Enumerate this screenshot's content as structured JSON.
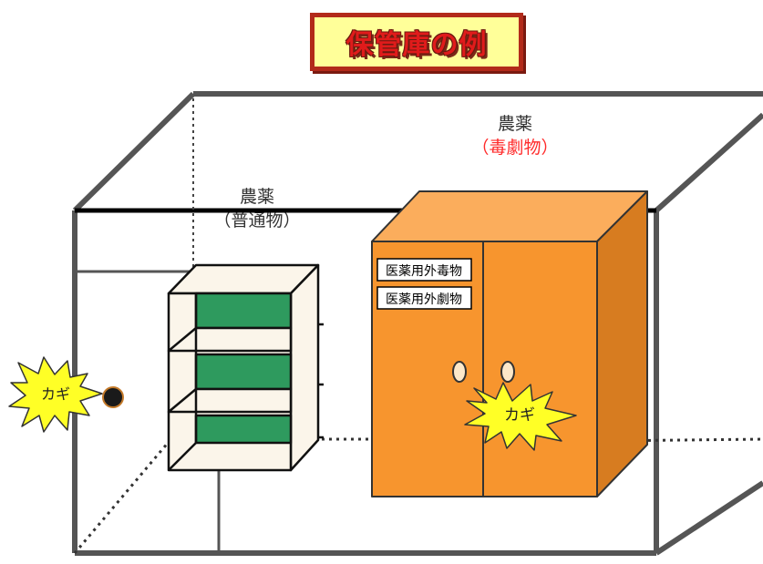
{
  "title": "保管庫の例",
  "labels": {
    "toxic_line1": "農薬",
    "toxic_line2": "（毒劇物）",
    "normal_line1": "農薬",
    "normal_line2": "（普通物）"
  },
  "cabinet_signs": [
    "医薬用外毒物",
    "医薬用外劇物"
  ],
  "lock_labels": {
    "room": "カギ",
    "cabinet": "カギ"
  },
  "colors": {
    "title_bg": "#ffff99",
    "title_border": "#b22a1a",
    "title_text": "#e01b1b",
    "toxic_label": "#ff2a2a",
    "cabinet_front": "#f7952e",
    "cabinet_top": "#fbad5c",
    "cabinet_side": "#d77c20",
    "shelf_green": "#2e9a5e",
    "shelf_panel": "#fbf5ea",
    "lock_burst": "#ffff26"
  }
}
